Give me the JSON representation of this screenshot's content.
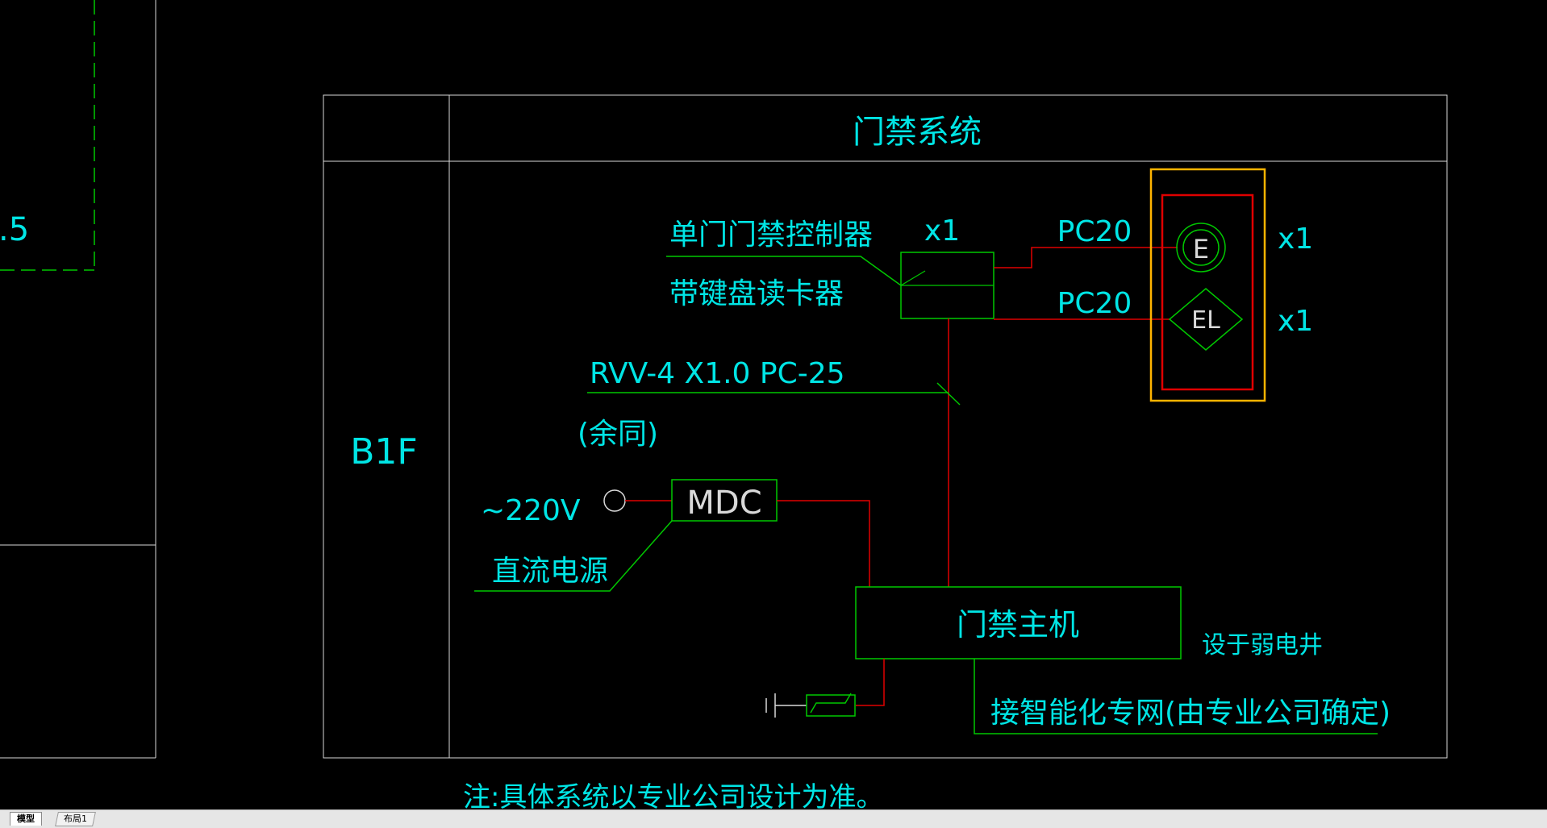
{
  "diagram": {
    "title": "门禁系统",
    "floor_label": "B1F",
    "left_partial_text": ".5",
    "controller_label_line1": "单门门禁控制器",
    "controller_label_line2": "带键盘读卡器",
    "controller_qty": "x1",
    "cable_top": "PC20",
    "cable_bottom": "PC20",
    "exit_button_symbol": "E",
    "exit_button_qty": "x1",
    "lock_symbol": "EL",
    "lock_qty": "x1",
    "trunk_cable": "RVV-4 X1.0    PC-25",
    "trunk_note": "(余同)",
    "power_voltage": "~220V",
    "power_label": "直流电源",
    "power_box": "MDC",
    "host_label": "门禁主机",
    "host_location": "设于弱电井",
    "network_label": "接智能化专网(由专业公司确定)",
    "footnote": "注:具体系统以专业公司设计为准。"
  },
  "colors": {
    "frame": "#d9d9d9",
    "text_cyan": "#00e5e5",
    "line_green": "#00c800",
    "line_red": "#e00000",
    "highlight_orange": "#ffb400",
    "background": "#000000"
  },
  "tabs": {
    "model": "模型",
    "layout1": "布局1"
  }
}
